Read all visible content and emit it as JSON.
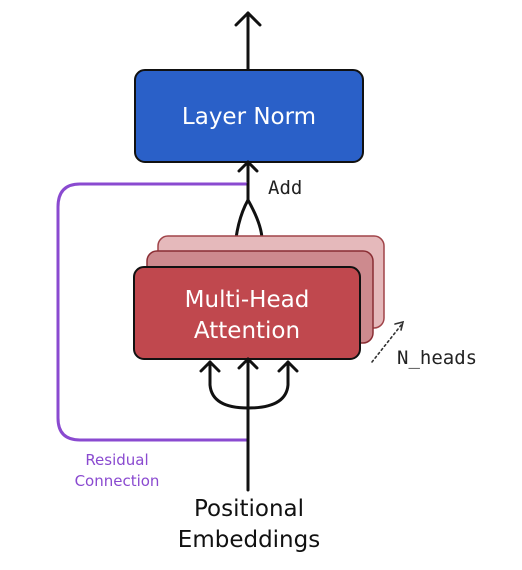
{
  "diagram": {
    "layer_norm_label": "Layer Norm",
    "attention_label_line1": "Multi-Head",
    "attention_label_line2": "Attention",
    "add_label": "Add",
    "heads_label": "N_heads",
    "residual_label_line1": "Residual",
    "residual_label_line2": "Connection",
    "input_label_line1": "Positional",
    "input_label_line2": "Embeddings"
  },
  "colors": {
    "layer_norm_fill": "#2a60c8",
    "attention_fill": "#c0484e",
    "attention_stack_fill_1": "#cd8a8e",
    "attention_stack_fill_2": "#e5b9bb",
    "residual": "#8a4ad0",
    "arrow": "#111111"
  }
}
